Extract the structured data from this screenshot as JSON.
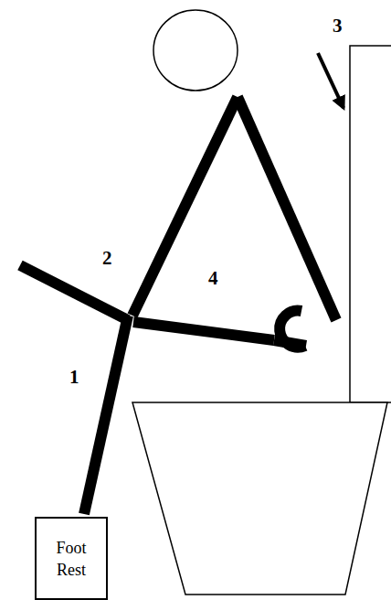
{
  "diagram": {
    "nodes": [
      {
        "text": [
          "Foot Rest"
        ]
      }
    ],
    "labels": [
      "1",
      "2",
      "3",
      "4"
    ]
  }
}
